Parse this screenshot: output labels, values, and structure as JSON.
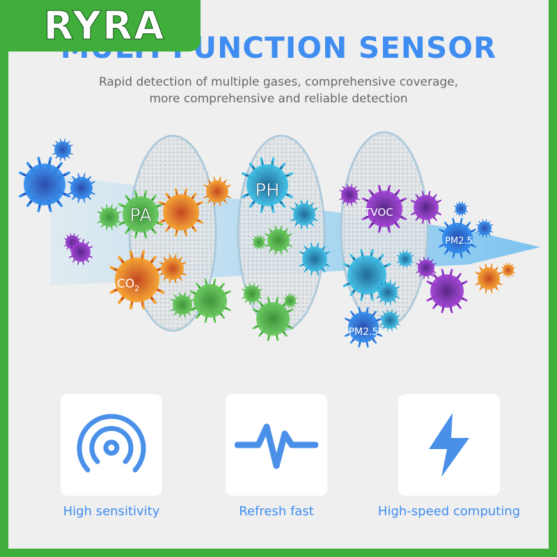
{
  "brand": {
    "logo_text": "RYRA"
  },
  "header": {
    "title": "MULTI FUNCTION SENSOR",
    "subtitle_line1": "Rapid detection of multiple gases, comprehensive coverage,",
    "subtitle_line2": "more comprehensive and reliable detection"
  },
  "diagram": {
    "labels": {
      "pa": "PA",
      "co2_main": "CO",
      "co2_sub": "2",
      "ph": "PH",
      "tvoc": "TVOC",
      "pm25_right": "PM2.5",
      "pm25_bottom": "PM2.5"
    }
  },
  "features": [
    {
      "label": "High sensitivity",
      "icon": "signal-icon"
    },
    {
      "label": "Refresh fast",
      "icon": "pulse-icon"
    },
    {
      "label": "High-speed computing",
      "icon": "lightning-icon"
    }
  ],
  "colors": {
    "accent": "#3f8df0",
    "brand_green": "#3fae3a",
    "background": "#efefef"
  }
}
